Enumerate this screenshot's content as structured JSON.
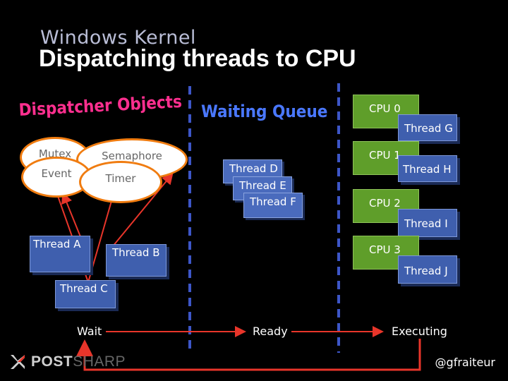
{
  "slide": {
    "subtitle": "Windows Kernel",
    "title": "Dispatching threads to CPU"
  },
  "sections": {
    "dispatcher_objects": "Dispatcher Objects",
    "waiting_queue": "Waiting Queue"
  },
  "dispatcher_objects": {
    "mutex": "Mutex",
    "semaphore": "Semaphore",
    "event": "Event",
    "timer": "Timer"
  },
  "waiting_threads": {
    "a": "Thread A",
    "b": "Thread B",
    "c": "Thread C"
  },
  "queue_threads": {
    "d": "Thread D",
    "e": "Thread E",
    "f": "Thread F"
  },
  "cpus": [
    {
      "name": "CPU 0",
      "thread": "Thread G"
    },
    {
      "name": "CPU 1",
      "thread": "Thread H"
    },
    {
      "name": "CPU 2",
      "thread": "Thread I"
    },
    {
      "name": "CPU 3",
      "thread": "Thread J"
    }
  ],
  "states": {
    "wait": "Wait",
    "ready": "Ready",
    "executing": "Executing"
  },
  "footer": {
    "logo_bold": "POST",
    "logo_light": "SHARP",
    "handle": "@gfraiteur"
  },
  "colors": {
    "background": "#000000",
    "arrow": "#e8352a",
    "divider": "#3d56c8",
    "cpu": "#5f9e2a",
    "thread_card": "#3f5fae",
    "object_border": "#f07c10"
  }
}
